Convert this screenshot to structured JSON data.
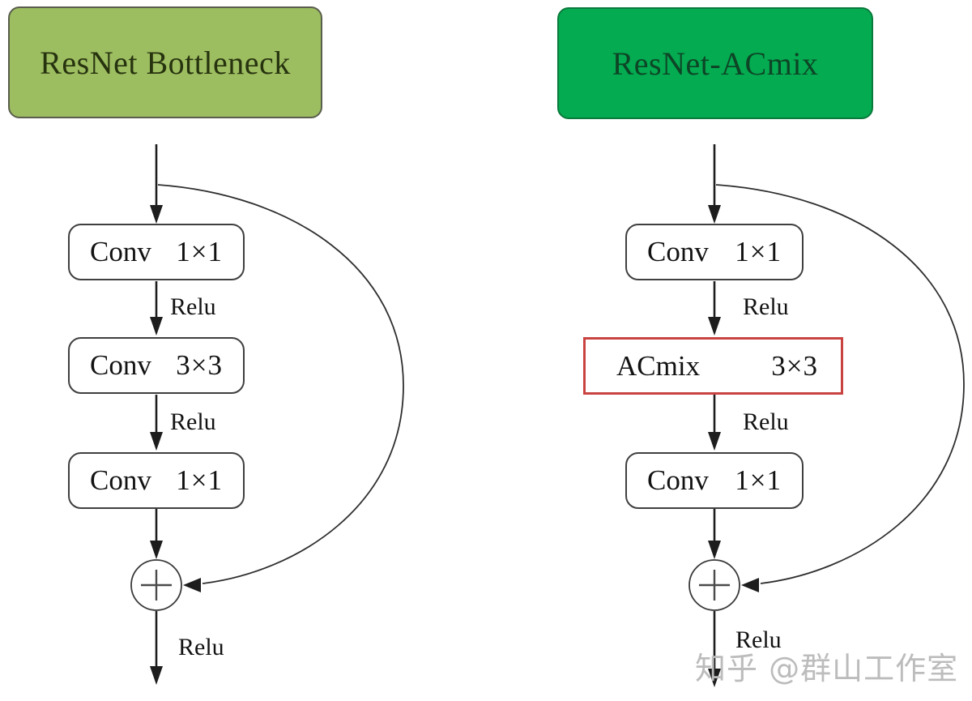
{
  "columns": {
    "left": {
      "title": "ResNet Bottleneck",
      "blocks": [
        {
          "op": "Conv",
          "kernel": "1×1"
        },
        {
          "op": "Conv",
          "kernel": "3×3"
        },
        {
          "op": "Conv",
          "kernel": "1×1"
        }
      ],
      "relu_labels": [
        "Relu",
        "Relu",
        "Relu"
      ]
    },
    "right": {
      "title": "ResNet-ACmix",
      "blocks": [
        {
          "op": "Conv",
          "kernel": "1×1"
        },
        {
          "op": "ACmix",
          "kernel": "3×3"
        },
        {
          "op": "Conv",
          "kernel": "1×1"
        }
      ],
      "relu_labels": [
        "Relu",
        "Relu",
        "Relu"
      ]
    }
  },
  "icons": {
    "sum_node": "plus-in-circle"
  },
  "watermark": "知乎 @群山工作室",
  "colors": {
    "left_title_bg": "#9cbd60",
    "left_title_border": "#5a5e4c",
    "right_title_bg": "#04ab50",
    "right_title_border": "#0a7a3c",
    "block_border": "#3f3f3f",
    "highlight_border": "#c94441",
    "wire_black": "#1d1d1d",
    "watermark_gray": "#bcbcbc"
  }
}
